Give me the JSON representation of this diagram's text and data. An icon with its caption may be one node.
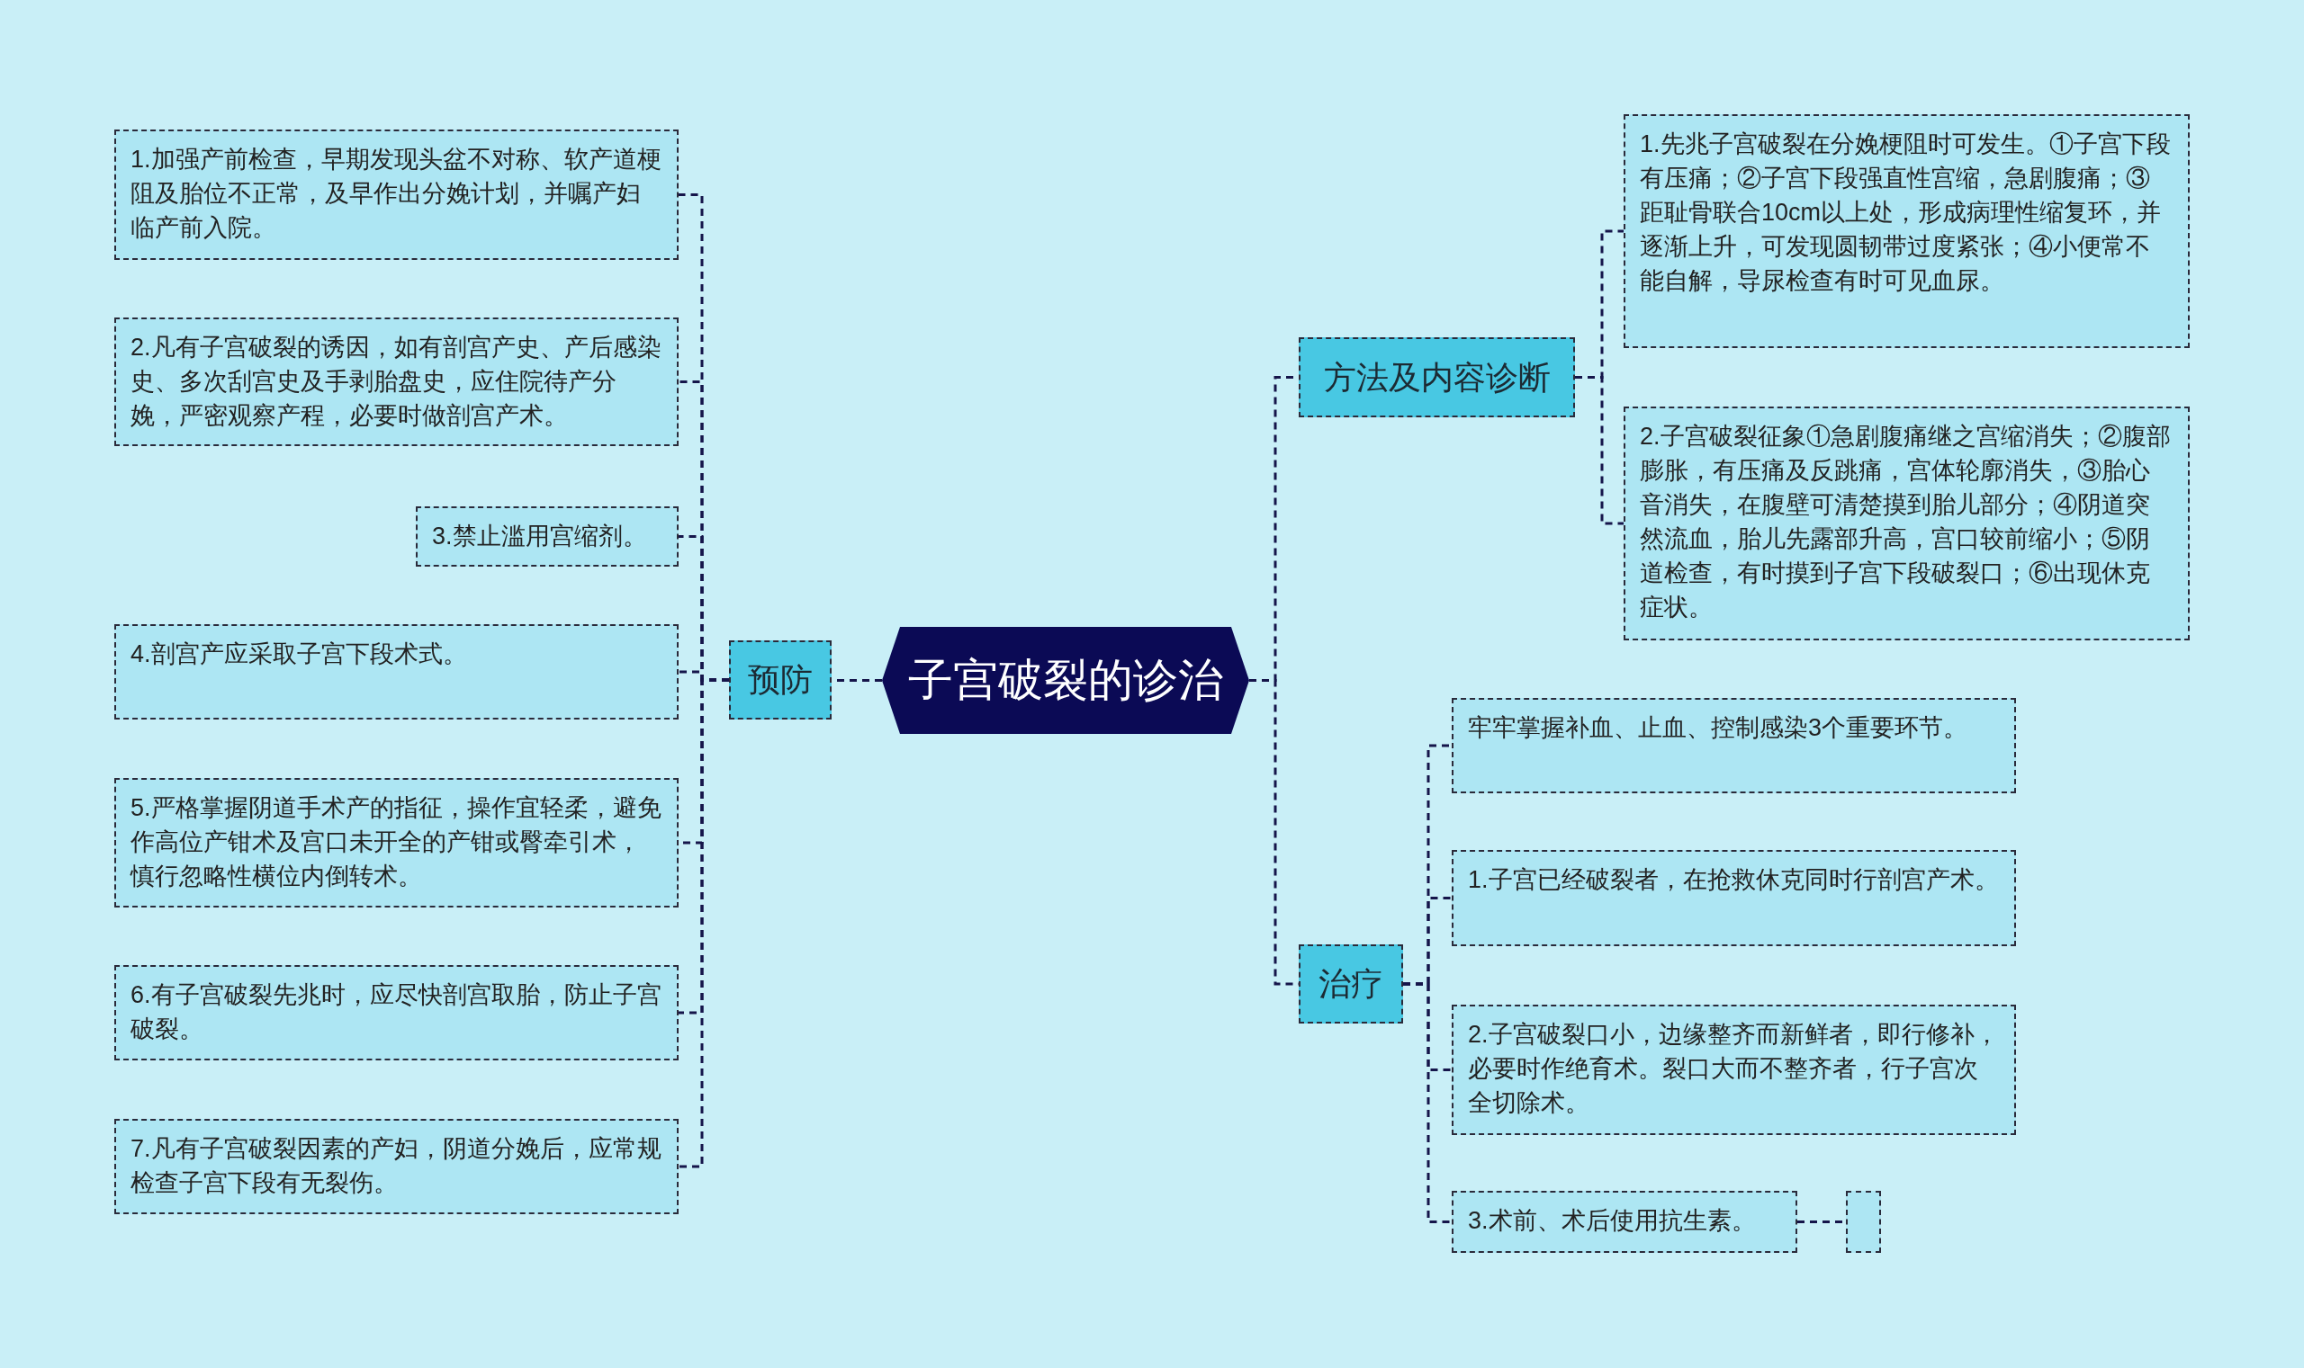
{
  "diagram": {
    "nodes": [
      {
        "text": [
          "子宫破裂的诊治"
        ]
      },
      {
        "text": [
          "预防"
        ]
      },
      {
        "text": [
          "1.加强产前检查，早期发现头盆不对称、软产道梗阻及胎位不正常，及早作出分娩计划，并嘱产妇临产前入院。"
        ]
      },
      {
        "text": [
          "2.凡有子宫破裂的诱因，如有剖宫产史、产后感染史、多次刮宫史及手剥胎盘史，应住院待产分娩，严密观察产程，必要时做剖宫产术。"
        ]
      },
      {
        "text": [
          "3.禁止滥用宫缩剂。"
        ]
      },
      {
        "text": [
          "4.剖宫产应采取子宫下段术式。"
        ]
      },
      {
        "text": [
          "5.严格掌握阴道手术产的指征，操作宜轻柔，避免作高位产钳术及宫口未开全的产钳或臀牵引术，慎行忽略性横位内倒转术。"
        ]
      },
      {
        "text": [
          "6.有子宫破裂先兆时，应尽快剖宫取胎，防止子宫破裂。"
        ]
      },
      {
        "text": [
          "7.凡有子宫破裂因素的产妇，阴道分娩后，应常规检查子宫下段有无裂伤。"
        ]
      },
      {
        "text": [
          "方法及内容诊断"
        ]
      },
      {
        "text": [
          "1.先兆子宫破裂在分娩梗阻时可发生。①子宫下段有压痛；②子宫下段强直性宫缩，急剧腹痛；③距耻骨联合10cm以上处，形成病理性缩复环，并逐渐上升，可发现圆韧带过度紧张；④小便常不能自解，导尿检查有时可见血尿。"
        ]
      },
      {
        "text": [
          "2.子宫破裂征象①急剧腹痛继之宫缩消失；②腹部膨胀，有压痛及反跳痛，宫体轮廓消失，③胎心音消失，在腹壁可清楚摸到胎儿部分；④阴道突然流血，胎儿先露部升高，宫口较前缩小；⑤阴道检查，有时摸到子宫下段破裂口；⑥出现休克症状。"
        ]
      },
      {
        "text": [
          "治疗"
        ]
      },
      {
        "text": [
          "牢牢掌握补血、止血、控制感染3个重要环节。"
        ]
      },
      {
        "text": [
          "1.子宫已经破裂者，在抢救休克同时行剖宫产术。"
        ]
      },
      {
        "text": [
          "2.子宫破裂口小，边缘整齐而新鲜者，即行修补，必要时作绝育术。裂口大而不整齐者，行子宫次全切除术。"
        ]
      },
      {
        "text": [
          "3.术前、术后使用抗生素。"
        ]
      },
      {
        "text": [],
        "shape": "box"
      }
    ],
    "edges": [
      {
        "from": 0,
        "to": 1,
        "arrow": "none",
        "style": "dashed"
      },
      {
        "from": 1,
        "to": 2,
        "arrow": "none",
        "style": "dashed"
      },
      {
        "from": 1,
        "to": 3,
        "arrow": "none",
        "style": "dashed"
      },
      {
        "from": 1,
        "to": 4,
        "arrow": "none",
        "style": "dashed"
      },
      {
        "from": 1,
        "to": 5,
        "arrow": "none",
        "style": "dashed"
      },
      {
        "from": 1,
        "to": 6,
        "arrow": "none",
        "style": "dashed"
      },
      {
        "from": 1,
        "to": 7,
        "arrow": "none",
        "style": "dashed"
      },
      {
        "from": 1,
        "to": 8,
        "arrow": "none",
        "style": "dashed"
      },
      {
        "from": 0,
        "to": 9,
        "arrow": "none",
        "style": "dashed"
      },
      {
        "from": 9,
        "to": 10,
        "arrow": "none",
        "style": "dashed"
      },
      {
        "from": 9,
        "to": 11,
        "arrow": "none",
        "style": "dashed"
      },
      {
        "from": 0,
        "to": 12,
        "arrow": "none",
        "style": "dashed"
      },
      {
        "from": 12,
        "to": 13,
        "arrow": "none",
        "style": "dashed"
      },
      {
        "from": 12,
        "to": 14,
        "arrow": "none",
        "style": "dashed"
      },
      {
        "from": 12,
        "to": 15,
        "arrow": "none",
        "style": "dashed"
      },
      {
        "from": 12,
        "to": 16,
        "arrow": "none",
        "style": "dashed"
      },
      {
        "from": 16,
        "to": 17,
        "arrow": "none",
        "style": "dashed"
      }
    ]
  }
}
